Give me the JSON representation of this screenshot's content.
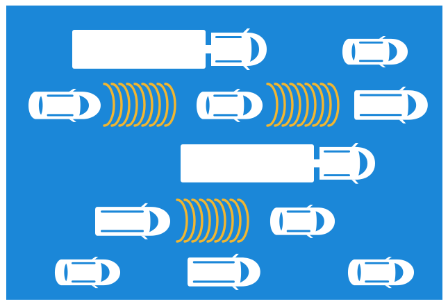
{
  "colors": {
    "background": "#1b87d8",
    "page": "#ffffff",
    "vehicle": "#ffffff",
    "signal": "#f2b62f"
  },
  "vehicles": [
    {
      "kind": "truck",
      "lane": 1
    },
    {
      "kind": "car",
      "lane": 1
    },
    {
      "kind": "car",
      "lane": 2
    },
    {
      "kind": "car",
      "lane": 2
    },
    {
      "kind": "van",
      "lane": 2
    },
    {
      "kind": "truck",
      "lane": 3
    },
    {
      "kind": "van",
      "lane": 4
    },
    {
      "kind": "car",
      "lane": 4
    },
    {
      "kind": "car",
      "lane": 5
    },
    {
      "kind": "van",
      "lane": 5
    },
    {
      "kind": "car",
      "lane": 5
    }
  ],
  "signals": [
    {
      "from": "car",
      "to": "car",
      "arcs": 9
    },
    {
      "from": "car",
      "to": "van",
      "arcs": 9
    },
    {
      "from": "van",
      "to": "car",
      "arcs": 9
    }
  ]
}
